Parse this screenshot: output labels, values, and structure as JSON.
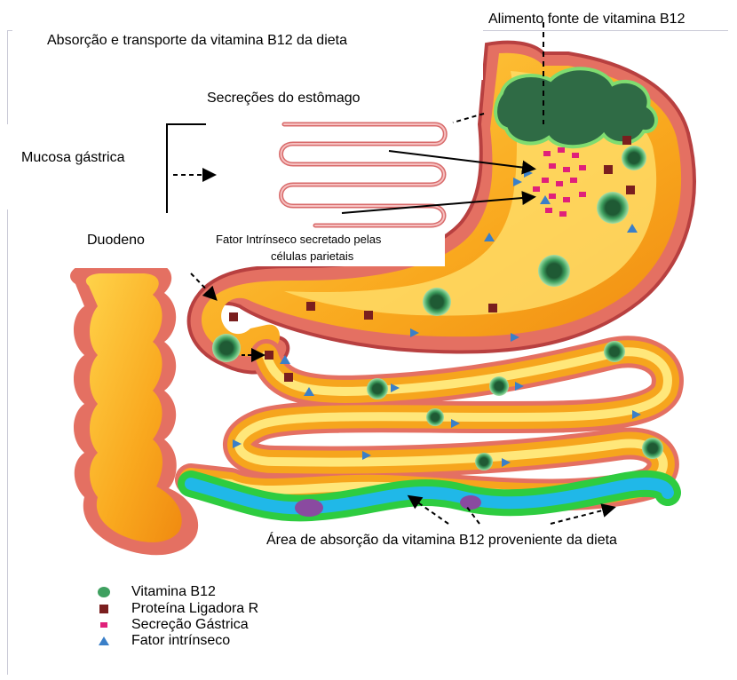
{
  "title": "Absorção e transporte da vitamina B12 da dieta",
  "labels": {
    "food_source": "Alimento fonte de vitamina B12",
    "stomach_secretions": "Secreções do estômago",
    "gastric_mucosa": "Mucosa gástrica",
    "duodenum": "Duodeno",
    "intrinsic_factor_line1": "Fator Intrínseco secretado pelas",
    "intrinsic_factor_line2": "células parietais",
    "absorption_area": "Área de absorção da vitamina B12 proveniente da dieta"
  },
  "legend": [
    {
      "symbol": "green-circle",
      "label": "Vitamina B12",
      "color": "#3fa060"
    },
    {
      "symbol": "r-square",
      "label": "Proteína Ligadora R",
      "color": "#7a1e1e"
    },
    {
      "symbol": "pink-square",
      "label": "Secreção Gástrica",
      "color": "#e0207a"
    },
    {
      "symbol": "blue-triangle",
      "label": "Fator intrínseco",
      "color": "#3a7fc8"
    }
  ],
  "colors": {
    "tube_outer": "#e87a6a",
    "tube_inner": "#f7a820",
    "tube_core": "#ffe77a",
    "absorption_band": "#2ecc40",
    "absorption_core": "#20b8e8",
    "food": "#2f6b45"
  }
}
